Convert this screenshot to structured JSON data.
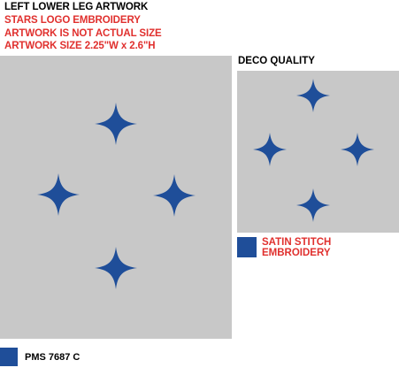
{
  "header": {
    "title": "LEFT LOWER LEG ARTWORK",
    "line1": "STARS LOGO EMBROIDERY",
    "line2": "ARTWORK IS NOT ACTUAL SIZE",
    "line3": "ARTWORK SIZE 2.25\"W x 2.6\"H"
  },
  "deco": {
    "title": "DECO QUALITY"
  },
  "legend": {
    "satin_line1": "SATIN STITCH",
    "satin_line2": "EMBROIDERY",
    "pms_label": "PMS 7687 C"
  },
  "colors": {
    "star_blue": "#1f4e99",
    "panel_gray": "#c8c8c8",
    "accent_red": "#e0302e"
  },
  "icons": {
    "logo": "four-star-logo",
    "star": "four-point-star-icon"
  }
}
